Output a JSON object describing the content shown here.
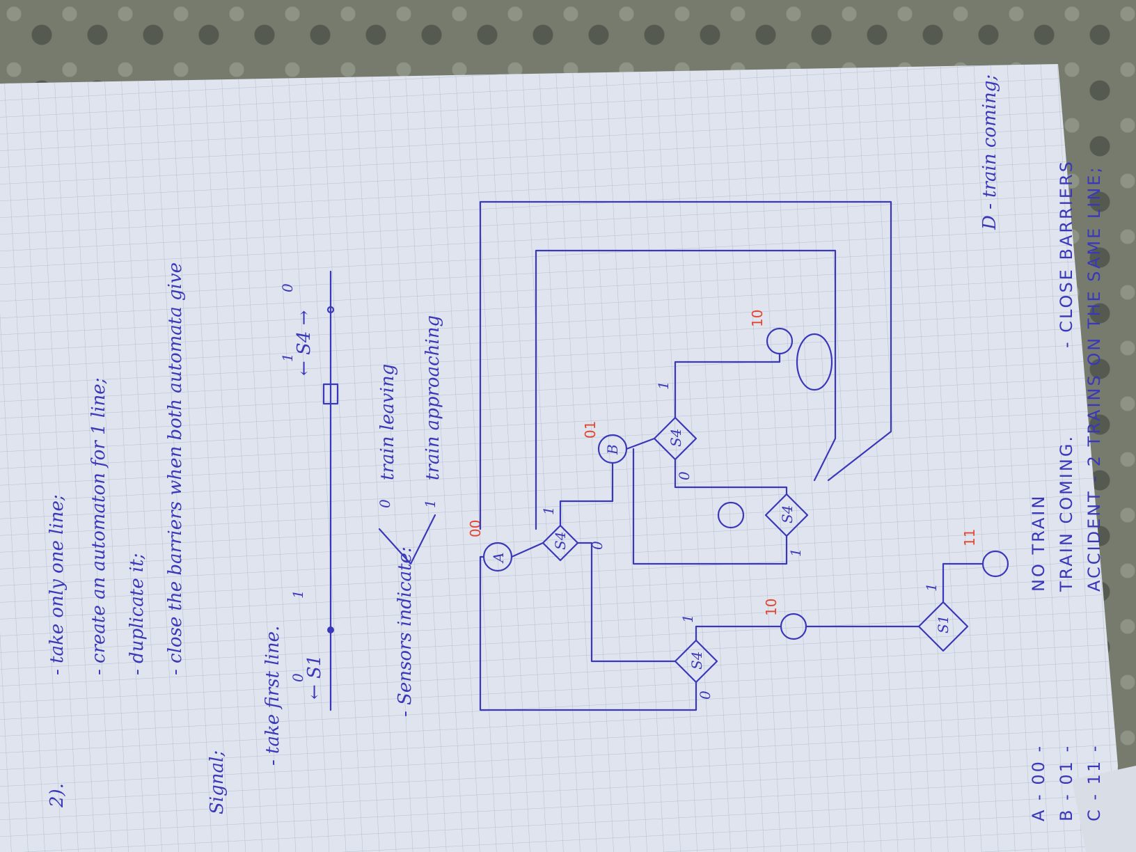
{
  "header": {
    "number": "2)."
  },
  "bullets": [
    "- take only one line;",
    "- create an automaton for 1 line;",
    "- duplicate it;",
    "- close the barriers when both automata give"
  ],
  "signal": {
    "label": "Signal;",
    "take_first_line": "- take first line.",
    "s1_zero": "0",
    "s1_arrow": "← S1",
    "s1_one": "1",
    "s4_one": "1",
    "s4_arrow": "← S4 →",
    "s4_zero": "0"
  },
  "sensors": {
    "label": "- Sensors indicate:",
    "zero": "0",
    "zero_text": "train leaving",
    "one": "1",
    "one_text": "train approaching"
  },
  "states": {
    "A": {
      "name": "A",
      "code": "00"
    },
    "B": {
      "name": "B",
      "code": "01"
    },
    "C": {
      "name": "C",
      "code": "11"
    },
    "D": {
      "name": "D",
      "code": "10"
    },
    "E": {
      "code": "10"
    }
  },
  "decisions": {
    "s4_label": "S4",
    "s1_label": "S1",
    "zero": "0",
    "one": "1"
  },
  "legend": {
    "a_line": "A  -  00  -",
    "a_text": "NO      TRAIN",
    "a_action": "",
    "b_line": "B  -  01  -",
    "b_text": "TRAIN  COMING.",
    "b_action": "-  CLOSE  BARRIERS",
    "c_line": "C  -  11  -",
    "c_text": "ACCIDENT  -  2 TRAINS ON THE SAME LINE;",
    "d_line": "D - train coming;"
  },
  "colors": {
    "ink": "#3a38b8",
    "red": "#e2462e",
    "paper": "#dde3ee"
  }
}
